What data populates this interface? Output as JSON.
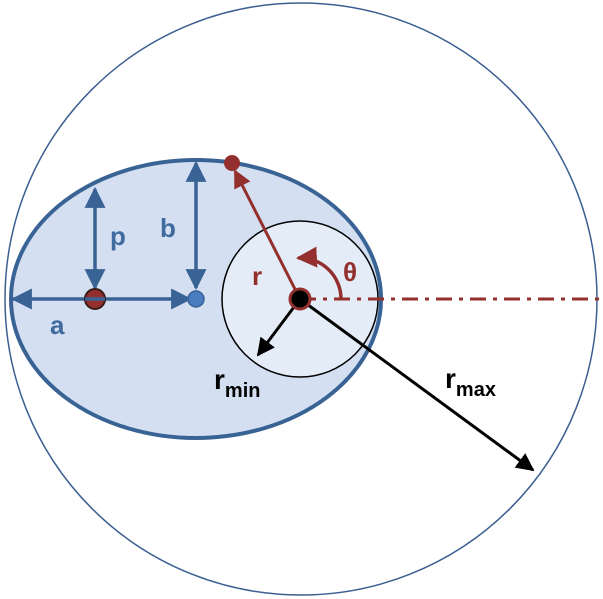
{
  "colors": {
    "outer_circle": "#3b5f91",
    "ellipse_fill": "#d4e0f2",
    "ellipse_stroke": "#3a6395",
    "blue_arrow": "#3a6395",
    "blue_label": "#3f6b9e",
    "red": "#93302e",
    "black": "#000000",
    "center_dot": "#4a7cc0",
    "inner_circle_fill": "#e4ecf7"
  },
  "labels": {
    "a": "a",
    "p": "p",
    "b": "b",
    "r": "r",
    "theta": "θ",
    "r_min_base": "r",
    "r_min_sub": "min",
    "r_max_base": "r",
    "r_max_sub": "max"
  }
}
